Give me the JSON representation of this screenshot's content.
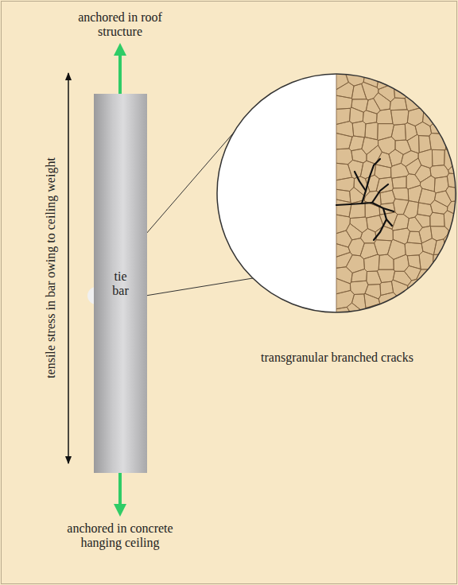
{
  "diagram": {
    "nodes": [
      {
        "text": [
          "tie bar"
        ]
      }
    ],
    "labels": [
      "anchored in roof structure",
      "anchored in concrete hanging ceiling",
      "tensile stress in bar owing to ceiling weight",
      "transgranular branched cracks"
    ]
  }
}
